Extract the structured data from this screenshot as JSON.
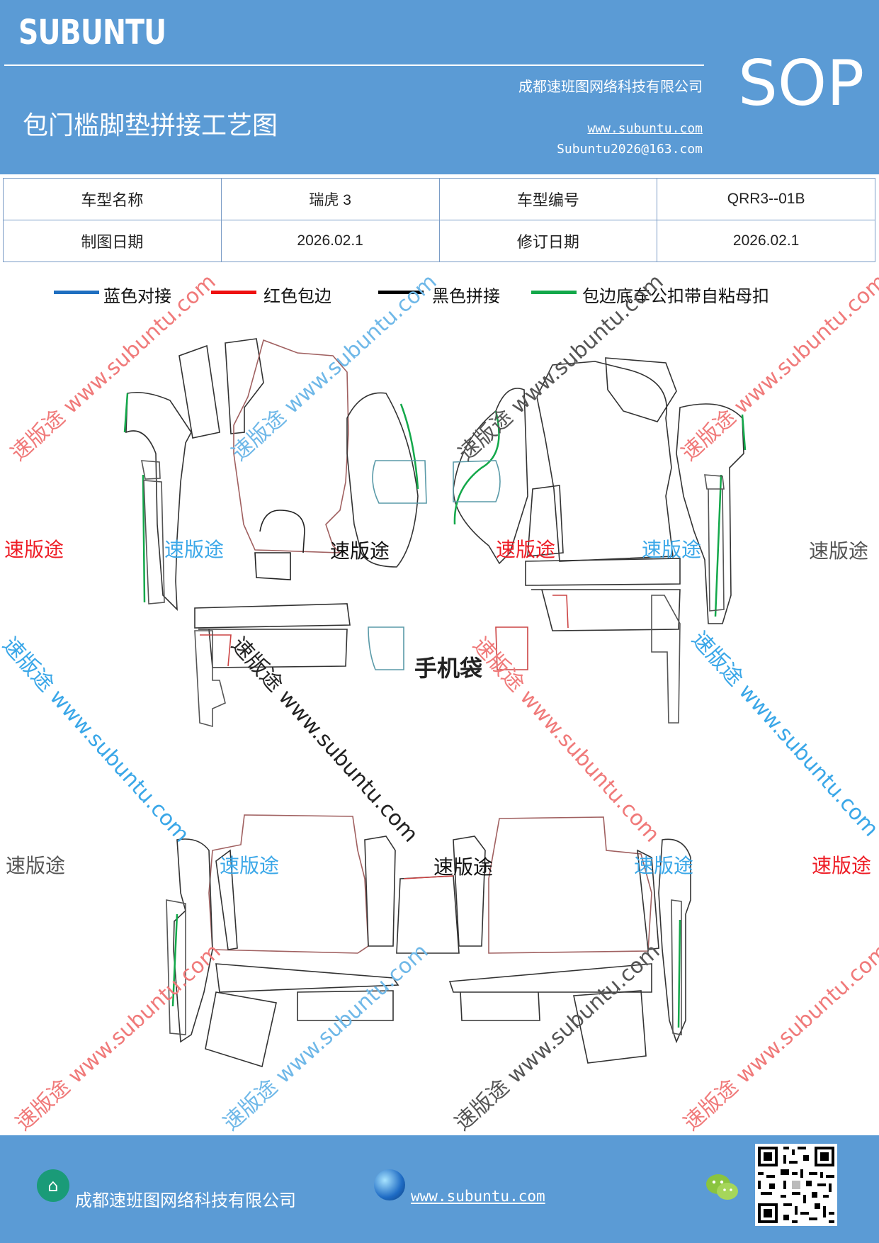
{
  "header": {
    "brand": "SUBUNTU",
    "company": "成都速班图网络科技有限公司",
    "title": "包门槛脚垫拼接工艺图",
    "website": "www.subuntu.com",
    "email": "Subuntu2026@163.com",
    "badge": "SOP"
  },
  "info_table": {
    "rows": [
      [
        "车型名称",
        "瑞虎 3",
        "车型编号",
        "QRR3--01B"
      ],
      [
        "制图日期",
        "2026.02.1",
        "修订日期",
        "2026.02.1"
      ]
    ]
  },
  "legend": [
    {
      "label": "蓝色对接",
      "color": "#1f6fc0"
    },
    {
      "label": "红色包边",
      "color": "#ee1111"
    },
    {
      "label": "黑色拼接",
      "color": "#000000"
    },
    {
      "label": "包边底车公扣带自粘母扣",
      "color": "#13a84a"
    }
  ],
  "drawing": {
    "phone_pocket_label": "手机袋"
  },
  "watermarks": {
    "brand_cn": "速版途",
    "brand_url": "www.subuntu.com",
    "brand_diag": "速版途 www.subuntu.com"
  },
  "footer": {
    "company": "成都速班图网络科技有限公司",
    "website": "www.subuntu.com"
  }
}
